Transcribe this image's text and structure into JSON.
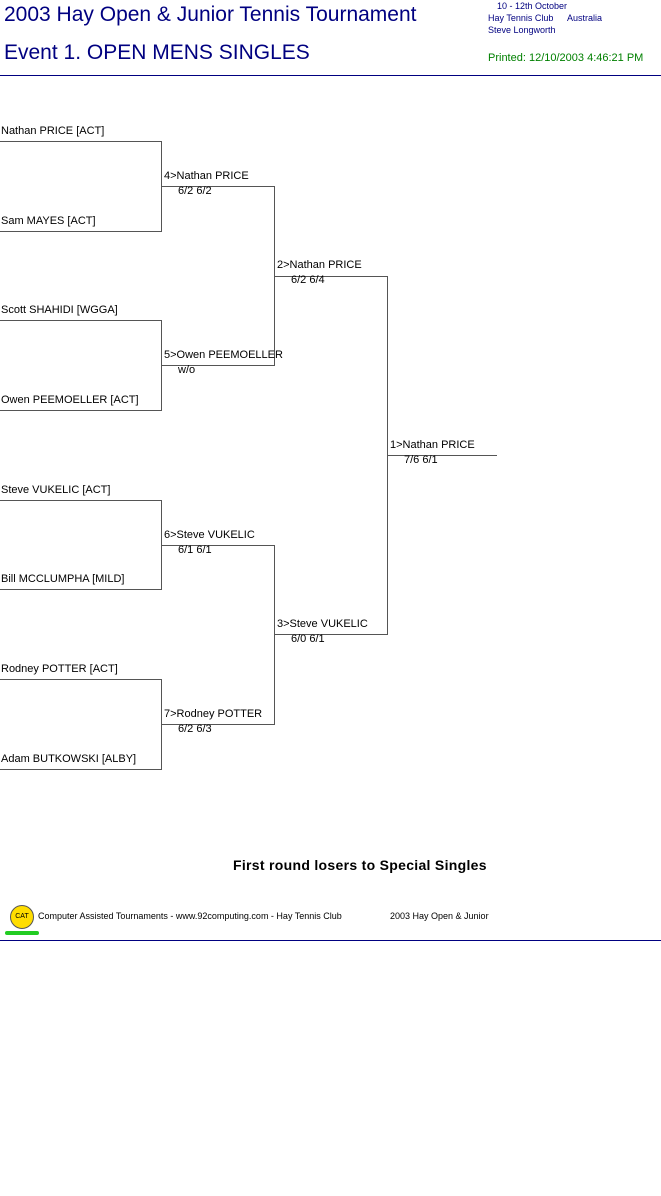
{
  "header": {
    "title": "2003 Hay Open & Junior Tennis Tournament",
    "event": "Event 1. OPEN MENS SINGLES",
    "dates": "10 - 12th October",
    "venue": "Hay Tennis Club",
    "country": "Australia",
    "organiser": "Steve Longworth",
    "printed": "Printed: 12/10/2003 4:46:21 PM"
  },
  "round1": [
    "Nathan PRICE [ACT]",
    "Sam MAYES [ACT]",
    "Scott SHAHIDI [WGGA]",
    "Owen PEEMOELLER [ACT]",
    "Steve VUKELIC [ACT]",
    "Bill MCCLUMPHA [MILD]",
    "Rodney POTTER [ACT]",
    "Adam BUTKOWSKI [ALBY]"
  ],
  "round2": [
    {
      "winner": "4>Nathan PRICE",
      "score": "6/2 6/2"
    },
    {
      "winner": "5>Owen PEEMOELLER",
      "score": "w/o"
    },
    {
      "winner": "6>Steve VUKELIC",
      "score": "6/1 6/1"
    },
    {
      "winner": "7>Rodney POTTER",
      "score": "6/2 6/3"
    }
  ],
  "round3": [
    {
      "winner": "2>Nathan PRICE",
      "score": "6/2 6/4"
    },
    {
      "winner": "3>Steve VUKELIC",
      "score": "6/0 6/1"
    }
  ],
  "final": {
    "winner": "1>Nathan PRICE",
    "score": "7/6 6/1"
  },
  "note": "First round losers to Special Singles",
  "footer": {
    "logo": "CAT",
    "text": "Computer Assisted Tournaments - www.92computing.com -  Hay Tennis Club",
    "event": "2003 Hay Open & Junior"
  }
}
